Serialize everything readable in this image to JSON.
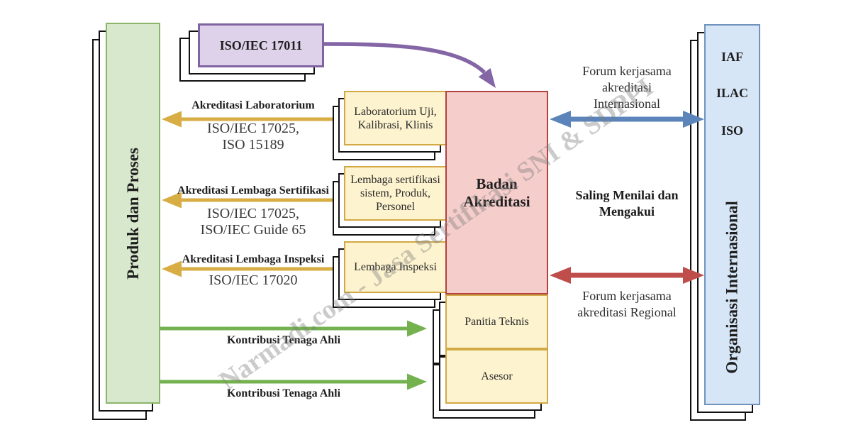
{
  "watermark": "Narmadi.com - Jasa Sertifikasi SNI & SDPPI",
  "nodes": {
    "iso17011": "ISO/IEC 17011",
    "produk_dan_proses": "Produk dan Proses",
    "badan_akreditasi": [
      "Badan",
      "Akreditasi"
    ],
    "laboratorium": [
      "Laboratorium Uji,",
      "Kalibrasi, Klinis"
    ],
    "lembaga_sertifikasi": [
      "Lembaga sertifikasi",
      "sistem, Produk,",
      "Personel"
    ],
    "lembaga_inspeksi": [
      "Lembaga Inspeksi"
    ],
    "panitia_teknis": [
      "Panitia Teknis"
    ],
    "asesor": [
      "Asesor"
    ],
    "organisasi_internasional": "Organisasi Internasional",
    "org_acronyms": [
      "IAF",
      "ILAC",
      "ISO"
    ]
  },
  "accreditation_arrows": [
    {
      "title": "Akreditasi Laboratorium",
      "standards": [
        "ISO/IEC 17025,",
        "ISO 15189"
      ]
    },
    {
      "title": "Akreditasi Lembaga Sertifikasi",
      "standards": [
        "ISO/IEC 17025,",
        "ISO/IEC Guide 65"
      ]
    },
    {
      "title": "Akreditasi Lembaga Inspeksi",
      "standards": [
        "ISO/IEC 17020"
      ]
    }
  ],
  "contribution_arrows": [
    "Kontribusi Tenaga Ahli",
    "Kontribusi Tenaga Ahli"
  ],
  "cooperation": {
    "international": [
      "Forum kerjasama",
      "akreditasi",
      "Internasional"
    ],
    "mutual": [
      "Saling Menilai dan",
      "Mengakui"
    ],
    "regional": [
      "Forum kerjasama",
      "akreditasi Regional"
    ]
  },
  "colors": {
    "green_border": "#8ab56a",
    "green_fill": "#d8e8cd",
    "gold_border": "#d2a944",
    "yellow_fill": "#fdf3cf",
    "red_border": "#b04341",
    "red_fill": "#f5cdcb",
    "purple_border": "#8064a2",
    "purple_fill": "#ded2ea",
    "blue_border": "#7092bd",
    "blue_fill": "#d7e6f6",
    "arrow_gold": "#d7ad44",
    "arrow_green": "#74b14f",
    "arrow_blue": "#5b84ba",
    "arrow_red": "#bf4e4b",
    "arrow_purple": "#8465a5",
    "stack_outline": "#111111"
  }
}
